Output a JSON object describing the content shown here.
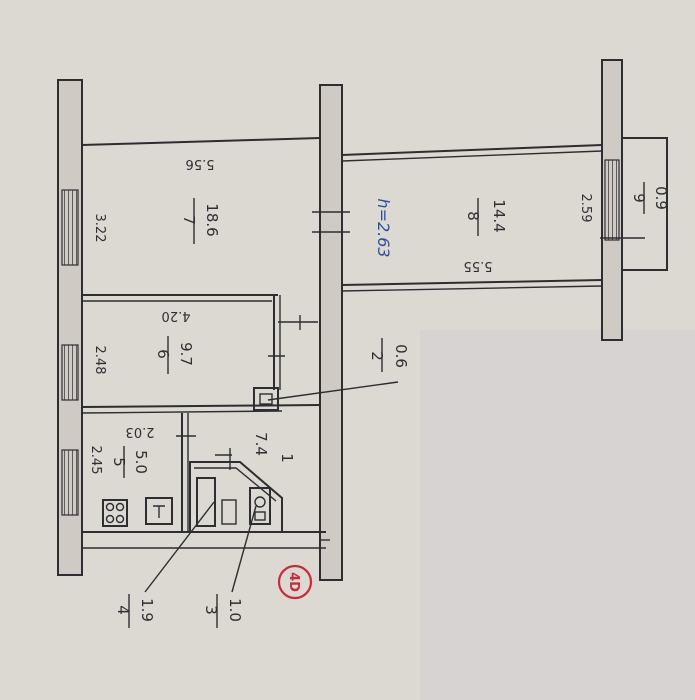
{
  "ceiling_height": "h=2.63",
  "apartment_number": "4D",
  "colors": {
    "paper": "#dcd8d2",
    "ink": "#2d2d30",
    "height_ink": "#2b4fa0",
    "stamp": "#c62c3a"
  },
  "rooms": [
    {
      "number": "1",
      "area": "7.4"
    },
    {
      "number": "2",
      "area": "0.6"
    },
    {
      "number": "3",
      "area": "1.0"
    },
    {
      "number": "4",
      "area": "1.9"
    },
    {
      "number": "5",
      "area": "5.0"
    },
    {
      "number": "6",
      "area": "9.7"
    },
    {
      "number": "7",
      "area": "18.6"
    },
    {
      "number": "8",
      "area": "14.4"
    },
    {
      "number": "9",
      "area": "0.9"
    }
  ],
  "dimensions": {
    "room7_length": "5.56",
    "room7_width": "3.22",
    "room6_length": "4.20",
    "room6_width": "2.48",
    "room5_length": "2.03",
    "room5_width": "2.45",
    "room8_length": "5.55",
    "balcony_width": "2.59"
  }
}
